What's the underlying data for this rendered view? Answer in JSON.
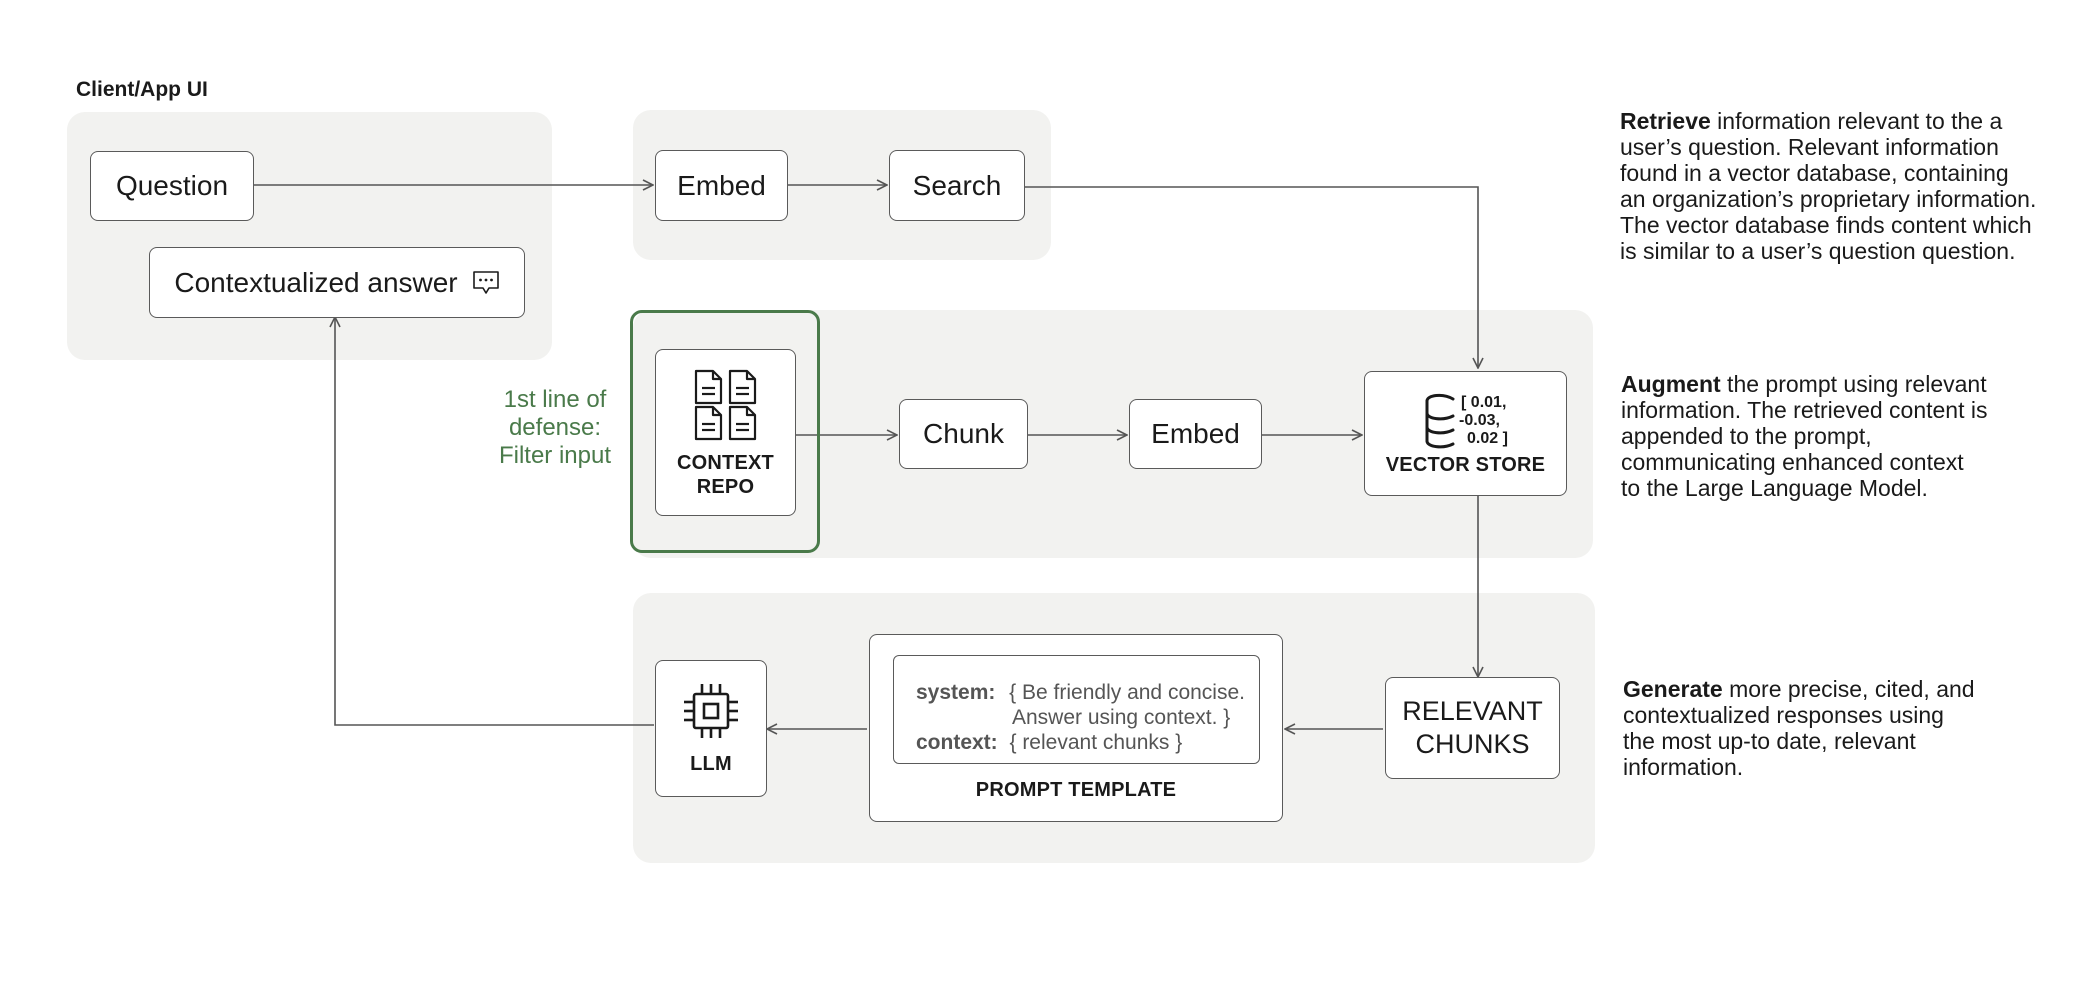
{
  "client_label": "Client/App UI",
  "nodes": {
    "question": "Question",
    "answer": "Contextualized answer",
    "embed_top": "Embed",
    "search": "Search",
    "context_repo": [
      "CONTEXT",
      "REPO"
    ],
    "chunk": "Chunk",
    "embed_mid": "Embed",
    "vector_values": [
      "[ 0.01,",
      "-0.03,",
      "0.02 ]"
    ],
    "vector_store": "VECTOR STORE",
    "relevant_chunks": [
      "RELEVANT",
      "CHUNKS"
    ],
    "llm": "LLM",
    "prompt_template": "PROMPT TEMPLATE"
  },
  "prompt": {
    "system_key": "system:",
    "system_line1": "{ Be friendly and concise.",
    "system_line2": "Answer using context. }",
    "context_key": "context:",
    "context_value": "{ relevant chunks }"
  },
  "defense_label": [
    "1st line of",
    "defense:",
    "Filter input"
  ],
  "descriptions": {
    "retrieve": {
      "keyword": "Retrieve",
      "text_first": " information relevant to the a",
      "lines": [
        "user’s question. Relevant information",
        "found in a vector database, containing",
        "an organization’s proprietary information.",
        "The vector database finds content which",
        "is similar to a user’s question question."
      ]
    },
    "augment": {
      "keyword": "Augment",
      "text_first": " the prompt using relevant",
      "lines": [
        "information. The retrieved content is",
        "appended to the prompt,",
        "communicating enhanced context",
        "to the Large Language Model."
      ]
    },
    "generate": {
      "keyword": "Generate",
      "text_first": " more precise, cited, and",
      "lines": [
        "contextualized responses using",
        "the most up-to date, relevant",
        "information."
      ]
    }
  },
  "colors": {
    "panel": "#f2f2f0",
    "border": "#5a5a5a",
    "arrow": "#555555",
    "defense_green": "#4a7a4a",
    "text": "#1a1a1a"
  }
}
